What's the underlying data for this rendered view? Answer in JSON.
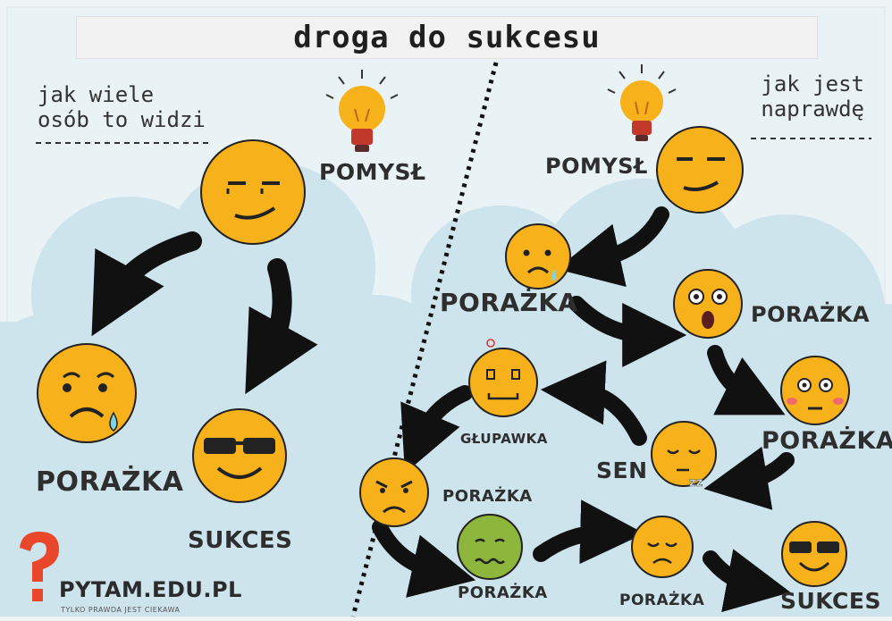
{
  "title": "droga do sukcesu",
  "left_panel": {
    "caption": "jak wiele\nosób to widzi",
    "idea_label": "POMYSŁ",
    "failure_label": "PORAŻKA",
    "success_label": "SUKCES"
  },
  "right_panel": {
    "caption": "jak jest\nnaprawdę",
    "idea_label": "POMYSŁ",
    "steps": [
      "PORAŻKA",
      "PORAŻKA",
      "PORAŻKA",
      "SEN",
      "GŁUPAWKA",
      "PORAŻKA",
      "PORAŻKA",
      "PORAŻKA"
    ],
    "success_label": "SUKCES"
  },
  "logo": {
    "name": "PYTAM.EDU.PL",
    "tagline": "TYLKO PRAWDA JEST CIEKAWA"
  },
  "colors": {
    "emoji": "#f7b21b",
    "sick_emoji": "#8cb63c",
    "cloud": "#cfe6ee",
    "arrow": "#111111",
    "logo": "#e8472b"
  },
  "icons": [
    "light-bulb-icon",
    "arrow-icon",
    "zzz-icon",
    "tear-icon",
    "sunglasses-icon"
  ]
}
